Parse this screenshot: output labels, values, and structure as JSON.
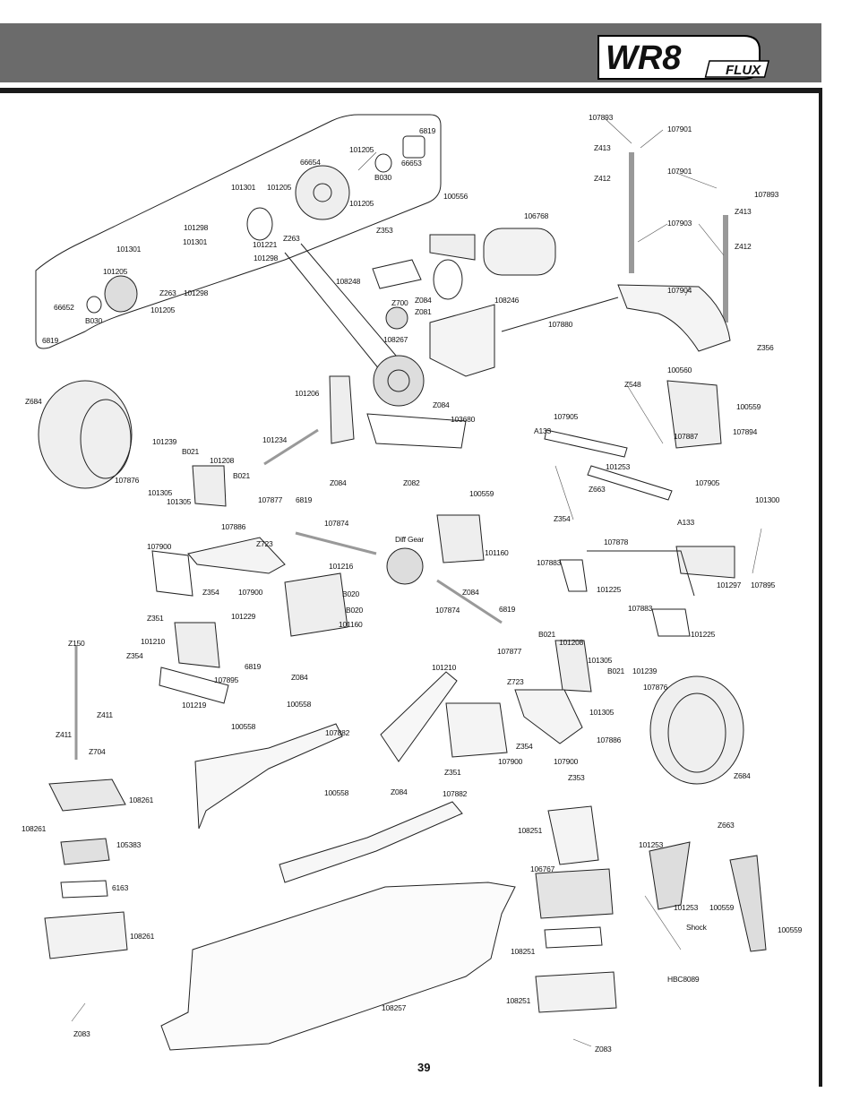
{
  "header": {
    "logo_main": "WR8",
    "logo_sub": "FLUX"
  },
  "page_number": "39",
  "callouts": [
    {
      "id": "c1",
      "text": "107893"
    },
    {
      "id": "c2",
      "text": "107901"
    },
    {
      "id": "c3",
      "text": "Z413"
    },
    {
      "id": "c4",
      "text": "Z412"
    },
    {
      "id": "c5",
      "text": "107901"
    },
    {
      "id": "c6",
      "text": "107893"
    },
    {
      "id": "c7",
      "text": "Z413"
    },
    {
      "id": "c8",
      "text": "107903"
    },
    {
      "id": "c9",
      "text": "Z412"
    },
    {
      "id": "c10",
      "text": "107904"
    },
    {
      "id": "c11",
      "text": "100560"
    },
    {
      "id": "c12",
      "text": "Z356"
    },
    {
      "id": "c13",
      "text": "100559"
    },
    {
      "id": "c14",
      "text": "107894"
    },
    {
      "id": "c15",
      "text": "Z548"
    },
    {
      "id": "c16",
      "text": "107905"
    },
    {
      "id": "c17",
      "text": "A133"
    },
    {
      "id": "c18",
      "text": "107887"
    },
    {
      "id": "c19",
      "text": "101253"
    },
    {
      "id": "c20",
      "text": "Z663"
    },
    {
      "id": "c21",
      "text": "107905"
    },
    {
      "id": "c22",
      "text": "Z354"
    },
    {
      "id": "c23",
      "text": "A133"
    },
    {
      "id": "c24",
      "text": "101300"
    },
    {
      "id": "c25",
      "text": "107878"
    },
    {
      "id": "c26",
      "text": "107883"
    },
    {
      "id": "c27",
      "text": "101225"
    },
    {
      "id": "c28",
      "text": "101297"
    },
    {
      "id": "c29",
      "text": "107895"
    },
    {
      "id": "c30",
      "text": "107883"
    },
    {
      "id": "c31",
      "text": "101225"
    },
    {
      "id": "c32",
      "text": "6819"
    },
    {
      "id": "c33",
      "text": "66653"
    },
    {
      "id": "c34",
      "text": "101205"
    },
    {
      "id": "c35",
      "text": "B030"
    },
    {
      "id": "c36",
      "text": "101205"
    },
    {
      "id": "c37",
      "text": "66654"
    },
    {
      "id": "c38",
      "text": "101301"
    },
    {
      "id": "c39",
      "text": "101205"
    },
    {
      "id": "c40",
      "text": "Z263"
    },
    {
      "id": "c41",
      "text": "101298"
    },
    {
      "id": "c42",
      "text": "101221"
    },
    {
      "id": "c43",
      "text": "101301"
    },
    {
      "id": "c44",
      "text": "101301"
    },
    {
      "id": "c45",
      "text": "101298"
    },
    {
      "id": "c46",
      "text": "101205"
    },
    {
      "id": "c47",
      "text": "Z263"
    },
    {
      "id": "c48",
      "text": "101298"
    },
    {
      "id": "c49",
      "text": "101205"
    },
    {
      "id": "c50",
      "text": "66652"
    },
    {
      "id": "c51",
      "text": "B030"
    },
    {
      "id": "c52",
      "text": "6819"
    },
    {
      "id": "c53",
      "text": "100556"
    },
    {
      "id": "c54",
      "text": "106768"
    },
    {
      "id": "c55",
      "text": "Z353"
    },
    {
      "id": "c56",
      "text": "108248"
    },
    {
      "id": "c57",
      "text": "Z700"
    },
    {
      "id": "c58",
      "text": "Z084"
    },
    {
      "id": "c59",
      "text": "Z081"
    },
    {
      "id": "c60",
      "text": "108246"
    },
    {
      "id": "c61",
      "text": "108267"
    },
    {
      "id": "c62",
      "text": "107880"
    },
    {
      "id": "c63",
      "text": "Z684"
    },
    {
      "id": "c64",
      "text": "101206"
    },
    {
      "id": "c65",
      "text": "Z084"
    },
    {
      "id": "c66",
      "text": "103680"
    },
    {
      "id": "c67",
      "text": "101234"
    },
    {
      "id": "c68",
      "text": "101239"
    },
    {
      "id": "c69",
      "text": "B021"
    },
    {
      "id": "c70",
      "text": "101208"
    },
    {
      "id": "c71",
      "text": "B021"
    },
    {
      "id": "c72",
      "text": "107876"
    },
    {
      "id": "c73",
      "text": "101305"
    },
    {
      "id": "c74",
      "text": "101305"
    },
    {
      "id": "c75",
      "text": "Z084"
    },
    {
      "id": "c76",
      "text": "Z082"
    },
    {
      "id": "c77",
      "text": "107877"
    },
    {
      "id": "c78",
      "text": "6819"
    },
    {
      "id": "c79",
      "text": "107886"
    },
    {
      "id": "c80",
      "text": "Z723"
    },
    {
      "id": "c81",
      "text": "107874"
    },
    {
      "id": "c82",
      "text": "100559"
    },
    {
      "id": "c83",
      "text": "Diff Gear"
    },
    {
      "id": "c84",
      "text": "101160"
    },
    {
      "id": "c85",
      "text": "107900"
    },
    {
      "id": "c86",
      "text": "Z354"
    },
    {
      "id": "c87",
      "text": "107900"
    },
    {
      "id": "c88",
      "text": "Z351"
    },
    {
      "id": "c89",
      "text": "101216"
    },
    {
      "id": "c90",
      "text": "Z084"
    },
    {
      "id": "c91",
      "text": "B020"
    },
    {
      "id": "c92",
      "text": "101229"
    },
    {
      "id": "c93",
      "text": "B020"
    },
    {
      "id": "c94",
      "text": "101160"
    },
    {
      "id": "c95",
      "text": "107874"
    },
    {
      "id": "c96",
      "text": "6819"
    },
    {
      "id": "c97",
      "text": "B021"
    },
    {
      "id": "c98",
      "text": "101208"
    },
    {
      "id": "c99",
      "text": "107877"
    },
    {
      "id": "c100",
      "text": "101210"
    },
    {
      "id": "c101",
      "text": "Z150"
    },
    {
      "id": "c102",
      "text": "Z354"
    },
    {
      "id": "c103",
      "text": "6819"
    },
    {
      "id": "c104",
      "text": "107895"
    },
    {
      "id": "c105",
      "text": "Z084"
    },
    {
      "id": "c106",
      "text": "101219"
    },
    {
      "id": "c107",
      "text": "101210"
    },
    {
      "id": "c108",
      "text": "Z723"
    },
    {
      "id": "c109",
      "text": "101305"
    },
    {
      "id": "c110",
      "text": "B021"
    },
    {
      "id": "c111",
      "text": "101239"
    },
    {
      "id": "c112",
      "text": "107876"
    },
    {
      "id": "c113",
      "text": "100558"
    },
    {
      "id": "c114",
      "text": "101305"
    },
    {
      "id": "c115",
      "text": "Z411"
    },
    {
      "id": "c116",
      "text": "Z411"
    },
    {
      "id": "c117",
      "text": "Z704"
    },
    {
      "id": "c118",
      "text": "100558"
    },
    {
      "id": "c119",
      "text": "107882"
    },
    {
      "id": "c120",
      "text": "Z354"
    },
    {
      "id": "c121",
      "text": "107886"
    },
    {
      "id": "c122",
      "text": "Z351"
    },
    {
      "id": "c123",
      "text": "107900"
    },
    {
      "id": "c124",
      "text": "107900"
    },
    {
      "id": "c125",
      "text": "Z684"
    },
    {
      "id": "c126",
      "text": "108261"
    },
    {
      "id": "c127",
      "text": "Z084"
    },
    {
      "id": "c128",
      "text": "107882"
    },
    {
      "id": "c129",
      "text": "Z353"
    },
    {
      "id": "c130",
      "text": "100558"
    },
    {
      "id": "c131",
      "text": "108251"
    },
    {
      "id": "c132",
      "text": "108261"
    },
    {
      "id": "c133",
      "text": "105383"
    },
    {
      "id": "c134",
      "text": "Z663"
    },
    {
      "id": "c135",
      "text": "101253"
    },
    {
      "id": "c136",
      "text": "106767"
    },
    {
      "id": "c137",
      "text": "6163"
    },
    {
      "id": "c138",
      "text": "101253"
    },
    {
      "id": "c139",
      "text": "100559"
    },
    {
      "id": "c140",
      "text": "108261"
    },
    {
      "id": "c141",
      "text": "100559"
    },
    {
      "id": "c142",
      "text": "Shock"
    },
    {
      "id": "c143",
      "text": "108251"
    },
    {
      "id": "c144",
      "text": "HBC8089"
    },
    {
      "id": "c145",
      "text": "108257"
    },
    {
      "id": "c146",
      "text": "108251"
    },
    {
      "id": "c147",
      "text": "Z083"
    },
    {
      "id": "c148",
      "text": "Z083"
    }
  ]
}
